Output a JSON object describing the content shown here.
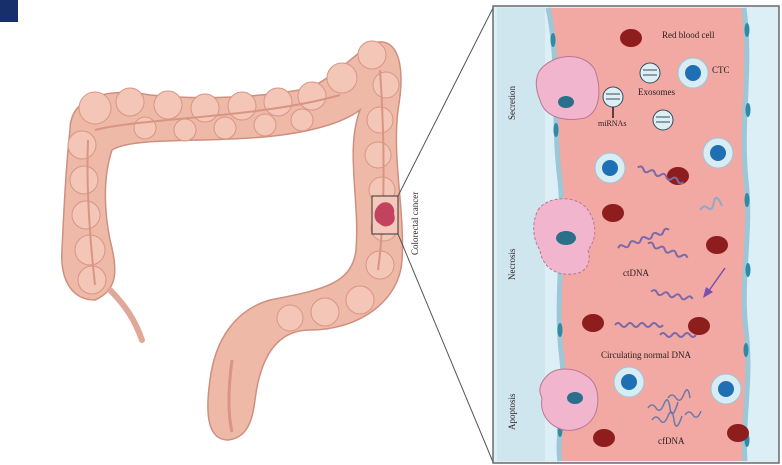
{
  "labels": {
    "colorectal_cancer": "Colorectal cancer",
    "red_blood_cell": "Red blood cell",
    "ctc": "CTC",
    "exosomes": "Exosomes",
    "mirnas": "miRNAs",
    "secretion": "Secretion",
    "necrosis": "Necrosis",
    "apoptosis": "Apoptosis",
    "ctdna": "ctDNA",
    "circulating_normal_dna": "Circulating normal DNA",
    "cfdna": "cfDNA"
  },
  "colors": {
    "vessel_interior": "#f2a9a4",
    "vessel_wall": "#c9e2ec",
    "wall_cell_nucleus": "#2f8aa8",
    "intestine": "#efb9a8",
    "intestine_shade": "#d99584",
    "tumor": "#c2435d",
    "red_blood_cell": "#8e1d1d",
    "ctc_outer": "#d8ecf4",
    "ctc_nucleus": "#1f6fb4",
    "tumor_cell": "#f1b6cd",
    "tumor_cell_nucleus": "#2b6f8a",
    "dna": "#7b6aa8",
    "arrow": "#7b4fb0",
    "corner_mark": "#17306b"
  }
}
